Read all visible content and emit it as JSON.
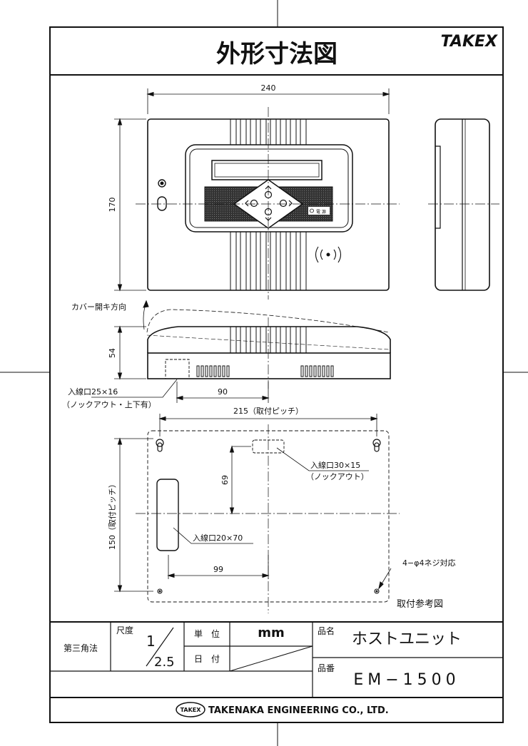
{
  "header": {
    "title": "外形寸法図",
    "brand": "TAKEX"
  },
  "front_view": {
    "width_dim": "240",
    "height_dim": "170",
    "power_label": "電 源"
  },
  "side_view": {
    "cover_open_label": "カバー開キ方向",
    "height_dim": "54",
    "knockout_width_dim": "90",
    "entry_label": "入線口25×16",
    "entry_note": "（ノックアウト・上下有）"
  },
  "mount_view": {
    "pitch_horizontal": "215（取付ピッチ）",
    "pitch_vertical": "150（取付ピッチ）",
    "dim_69": "69",
    "dim_99": "99",
    "entry_30_label": "入線口30×15",
    "entry_30_note": "（ノックアウト）",
    "entry_20_label": "入線口20×70",
    "screw_note": "4−φ4ネジ対応",
    "caption": "取付参考図"
  },
  "title_block": {
    "projection": "第三角法",
    "scale_label": "尺度",
    "scale_num": "1",
    "scale_den": "2.5",
    "unit_label": "単　位",
    "unit_value": "mm",
    "date_label": "日　付",
    "product_name_label": "品名",
    "product_name": "ホストユニット",
    "product_no_label": "品番",
    "product_no": "EM−1500",
    "company_logo": "TAKEX",
    "company": "TAKENAKA ENGINEERING CO., LTD."
  }
}
